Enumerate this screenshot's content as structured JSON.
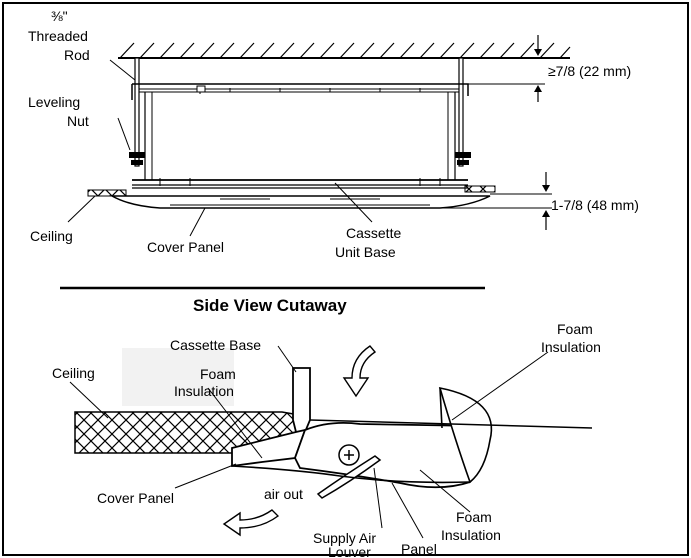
{
  "top_view": {
    "rod_fraction": "⅜\"",
    "rod_word1": "Threaded",
    "rod_word2": "Rod",
    "nut_word1": "Leveling",
    "nut_word2": "Nut",
    "ceiling": "Ceiling",
    "cover_panel": "Cover Panel",
    "base_word1": "Cassette",
    "base_word2": "Unit Base",
    "clearance_dim": "≥7/8 (22 mm)",
    "panel_dim": "1-7/8 (48 mm)"
  },
  "side_view": {
    "title": "Side View Cutaway",
    "cassette_base": "Cassette Base",
    "foam_top_word1": "Foam",
    "foam_top_word2": "Insulation",
    "ceiling": "Ceiling",
    "foam_left_word1": "Foam",
    "foam_left_word2": "Insulation",
    "cover_panel": "Cover Panel",
    "air_out": "air out",
    "louver_word1": "Supply Air",
    "louver_word2": "Louver",
    "panel": "Panel",
    "foam_right_word1": "Foam",
    "foam_right_word2": "Insulation"
  }
}
